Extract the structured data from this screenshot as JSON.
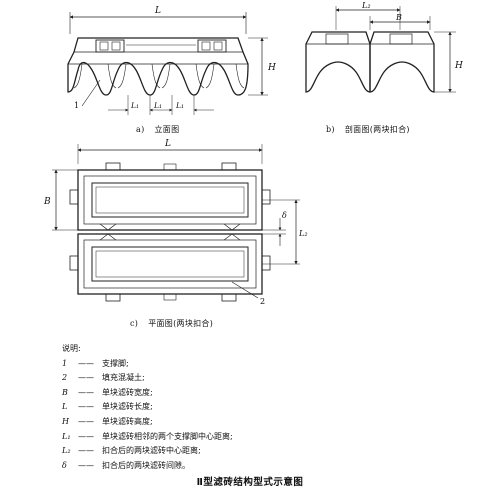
{
  "views": {
    "a": {
      "letter": "a)",
      "caption": "立面图"
    },
    "b": {
      "letter": "b)",
      "caption": "剖面图(两块扣合)"
    },
    "c": {
      "letter": "c)",
      "caption": "平面图(两块扣合)"
    }
  },
  "dimension_labels": {
    "L": "L",
    "H": "H",
    "B": "B",
    "L1": "L₁",
    "L2": "L₂",
    "delta": "δ",
    "callout_1": "1",
    "callout_2": "2"
  },
  "legend": {
    "heading": "说明:",
    "items": [
      {
        "symbol": "1",
        "text": "支撑脚;"
      },
      {
        "symbol": "2",
        "text": "填充混凝土;"
      },
      {
        "symbol": "B",
        "text": "单块滤砖宽度;"
      },
      {
        "symbol": "L",
        "text": "单块滤砖长度;"
      },
      {
        "symbol": "H",
        "text": "单块滤砖高度;"
      },
      {
        "symbol": "L₁",
        "text": "单块滤砖相邻的两个支撑脚中心距离;"
      },
      {
        "symbol": "L₂",
        "text": "扣合后的两块滤砖中心距离;"
      },
      {
        "symbol": "δ",
        "text": "扣合后的两块滤砖间隙。"
      }
    ]
  },
  "figure_title": "Ⅱ型滤砖结构型式示意图"
}
